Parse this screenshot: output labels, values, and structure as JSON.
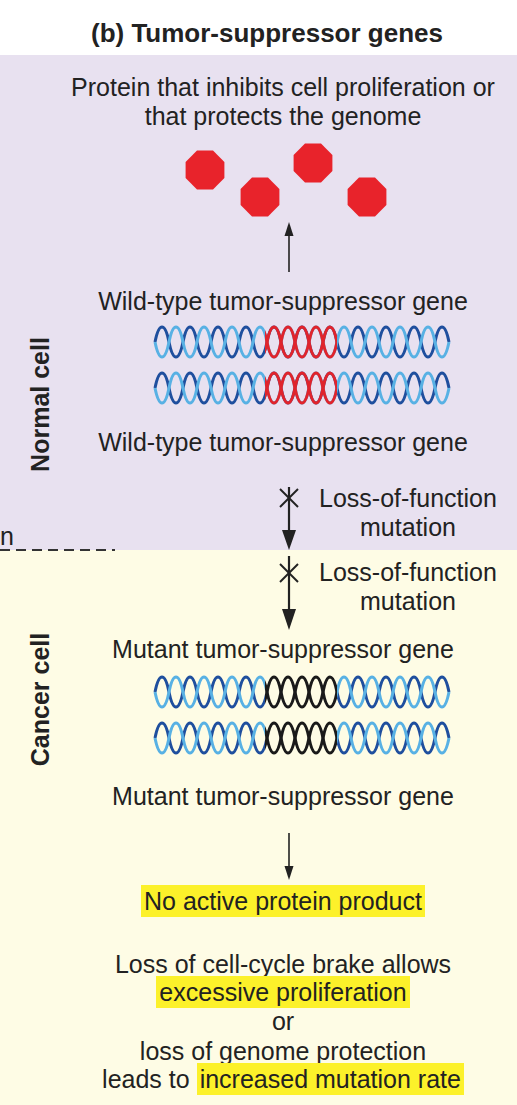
{
  "diagram": {
    "title": "(b) Tumor-suppressor genes",
    "nodes": [
      {
        "text": [
          "Normal cell",
          "Protein that inhibits cell proliferation or that protects the genome",
          "Wild-type tumor-suppressor gene",
          "Wild-type tumor-suppressor gene",
          "Loss-of-function mutation"
        ]
      },
      {
        "text": [
          "Cancer cell",
          "Loss-of-function mutation",
          "Mutant tumor-suppressor gene",
          "Mutant tumor-suppressor gene",
          "No active protein product",
          "Loss of cell-cycle brake allows",
          "excessive proliferation",
          "or",
          "loss of genome protection",
          "leads to",
          "increased mutation rate"
        ]
      }
    ],
    "labels": [
      "n"
    ]
  }
}
